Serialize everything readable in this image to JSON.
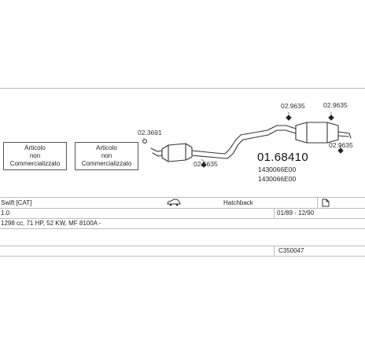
{
  "not_available_boxes": [
    {
      "line1": "Articolo",
      "line2": "non",
      "line3": "Commercializzato"
    },
    {
      "line1": "Articolo",
      "line2": "non",
      "line3": "Commercializzato"
    }
  ],
  "diagram": {
    "parts": [
      {
        "code": "02.3691"
      },
      {
        "code": "02.5635"
      },
      {
        "code": "02.9635"
      },
      {
        "code": "02.9635"
      },
      {
        "code": "02.9635"
      }
    ],
    "main_part": {
      "code": "01.68410",
      "refs": [
        "1430066E00",
        "1430066E00"
      ]
    }
  },
  "vehicle": {
    "model": "Swift [CAT]",
    "body": "Hatchback",
    "engine": "1.0",
    "dates": "01/89 - 12/90",
    "spec": "1298 cc, 71 HP, 52 KW, MF 8100A -",
    "catalog_code": "C350047"
  },
  "icons": [
    "car-icon",
    "document-icon"
  ]
}
